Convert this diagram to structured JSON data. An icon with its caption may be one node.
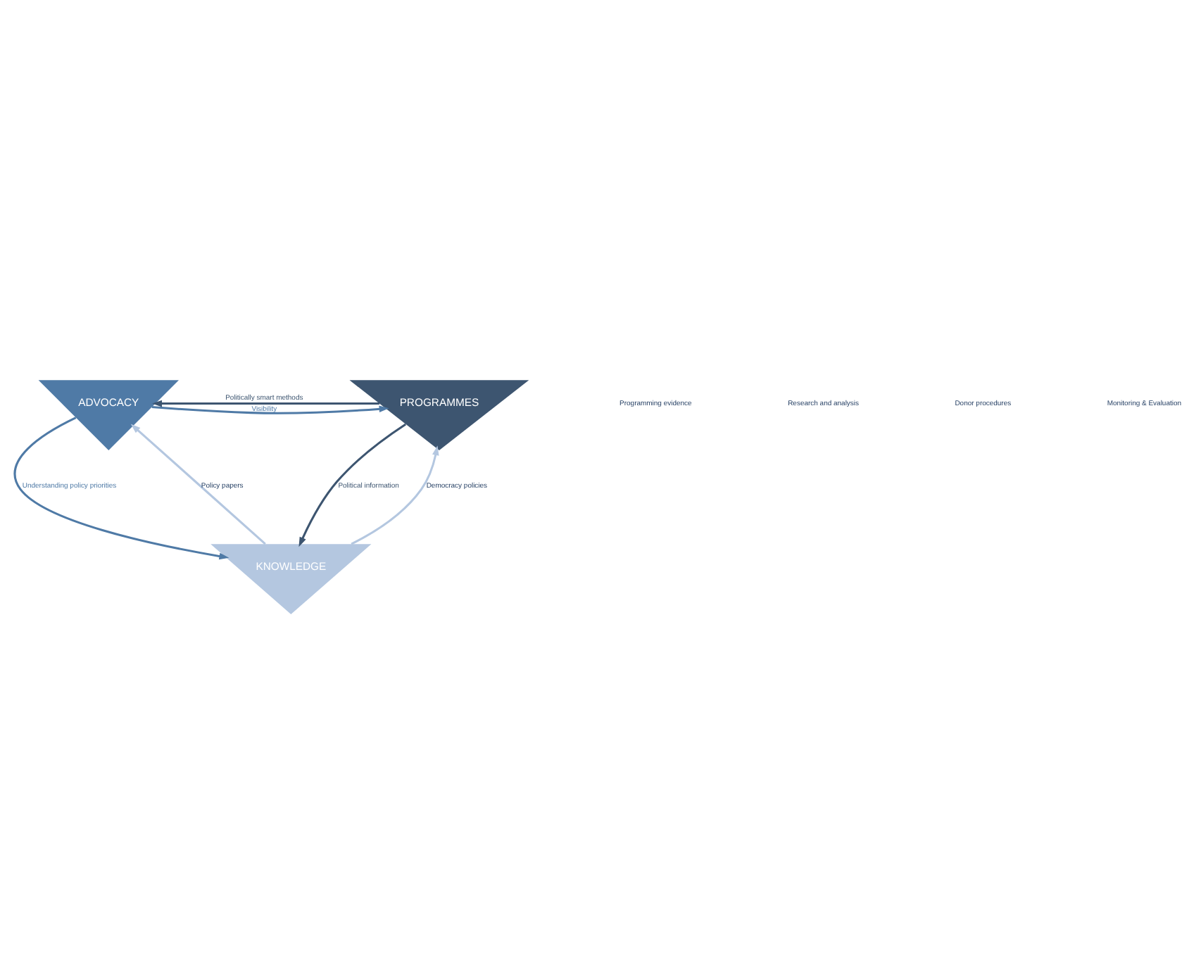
{
  "diagram": {
    "nodes": [
      {
        "text": [
          "ADVOCACY"
        ]
      },
      {
        "text": [
          "PROGRAMMES"
        ]
      },
      {
        "text": [
          "KNOWLEDGE"
        ]
      }
    ],
    "edges": [
      {
        "from": 0,
        "to": 1,
        "arrow": "to",
        "label": "Visibility",
        "color": "#4f7aa6"
      },
      {
        "from": 1,
        "to": 0,
        "arrow": "to",
        "label": "Politically smart methods",
        "color": "#3d5570"
      },
      {
        "from": 0,
        "to": 2,
        "arrow": "to",
        "label": "Understanding policy priorities",
        "color": "#4f7aa6"
      },
      {
        "from": 2,
        "to": 0,
        "arrow": "to",
        "label": "Policy papers",
        "color": "#b4c7e0"
      },
      {
        "from": 2,
        "to": 1,
        "arrow": "to",
        "label": "Democracy policies",
        "color": "#b4c7e0"
      },
      {
        "from": 1,
        "to": 2,
        "arrow": "to",
        "label": "Political information",
        "color": "#3d5570"
      }
    ],
    "labels": [
      "Programming evidence",
      "Research and analysis",
      "Donor procedures",
      "Monitoring & Evaluation"
    ]
  }
}
